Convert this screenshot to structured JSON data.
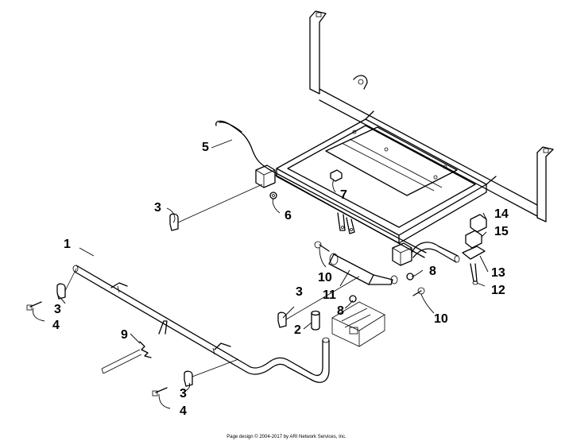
{
  "diagram": {
    "callouts": [
      {
        "id": "c1",
        "label": "1"
      },
      {
        "id": "c2",
        "label": "2"
      },
      {
        "id": "c3a",
        "label": "3"
      },
      {
        "id": "c3b",
        "label": "3"
      },
      {
        "id": "c3c",
        "label": "3"
      },
      {
        "id": "c3d",
        "label": "3"
      },
      {
        "id": "c4a",
        "label": "4"
      },
      {
        "id": "c4b",
        "label": "4"
      },
      {
        "id": "c5",
        "label": "5"
      },
      {
        "id": "c6",
        "label": "6"
      },
      {
        "id": "c7",
        "label": "7"
      },
      {
        "id": "c8a",
        "label": "8"
      },
      {
        "id": "c8b",
        "label": "8"
      },
      {
        "id": "c9",
        "label": "9"
      },
      {
        "id": "c10a",
        "label": "10"
      },
      {
        "id": "c10b",
        "label": "10"
      },
      {
        "id": "c11",
        "label": "11"
      },
      {
        "id": "c12",
        "label": "12"
      },
      {
        "id": "c13",
        "label": "13"
      },
      {
        "id": "c14",
        "label": "14"
      },
      {
        "id": "c15",
        "label": "15"
      }
    ]
  },
  "footer": {
    "text": "Page design © 2004-2017 by ARI Network Services, Inc."
  }
}
